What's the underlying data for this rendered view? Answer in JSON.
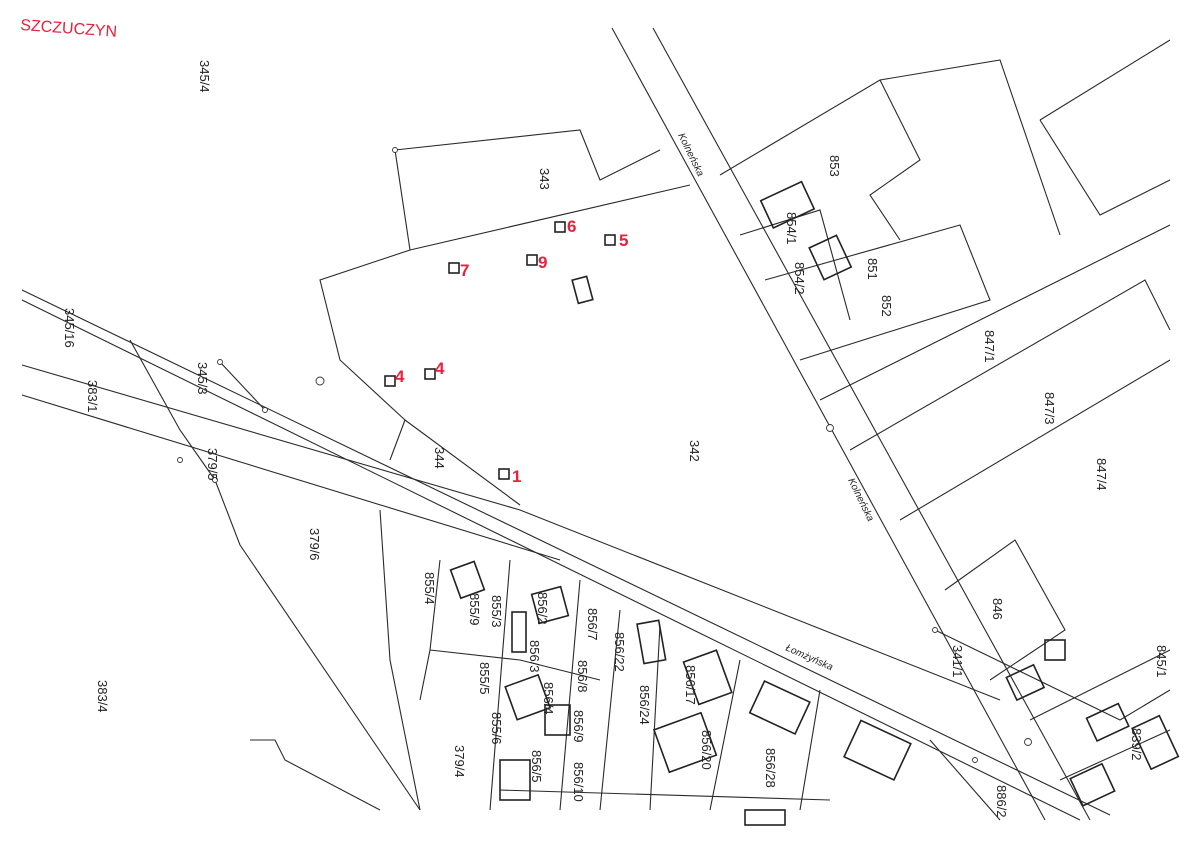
{
  "title": "SZCZUCZYN",
  "streets": {
    "kolnenska_upper": "Kolneńska",
    "kolnenska_lower": "Kolneńska",
    "lomzynska": "Łomżyńska"
  },
  "parcels": {
    "p345_4": "345/4",
    "p343": "343",
    "p342": "342",
    "p344": "344",
    "p345_16": "345/16",
    "p345_3": "345/3",
    "p383_1": "383/1",
    "p379_5": "379/5",
    "p379_6": "379/6",
    "p383_4": "383/4",
    "p379_4": "379/4",
    "p853": "853",
    "p854_1": "854/1",
    "p854_2": "854/2",
    "p851": "851",
    "p852": "852",
    "p847_1": "847/1",
    "p847_3": "847/3",
    "p847_4": "847/4",
    "p846": "846",
    "p845_1": "845/1",
    "p341_1": "341/1",
    "p839_2": "839/2",
    "p855_4": "855/4",
    "p855_3": "855/3",
    "p855_5": "855/5",
    "p855_6": "855/6",
    "p855_9": "855/9",
    "p856_2": "856/2",
    "p856_7": "856/7",
    "p856_22": "856/22",
    "p856_3": "856/3",
    "p856_4": "856/4",
    "p856_8": "856/8",
    "p856_9": "856/9",
    "p856_5": "856/5",
    "p856_10": "856/10",
    "p856_24": "856/24",
    "p856_17": "856/17",
    "p856_20": "856/20",
    "p856_28": "856/28",
    "p886_2": "886/2"
  },
  "markers": [
    "1",
    "4",
    "4",
    "7",
    "9",
    "6",
    "5"
  ],
  "colors": {
    "marker": "#e8213c",
    "line": "#2a2a2a"
  }
}
